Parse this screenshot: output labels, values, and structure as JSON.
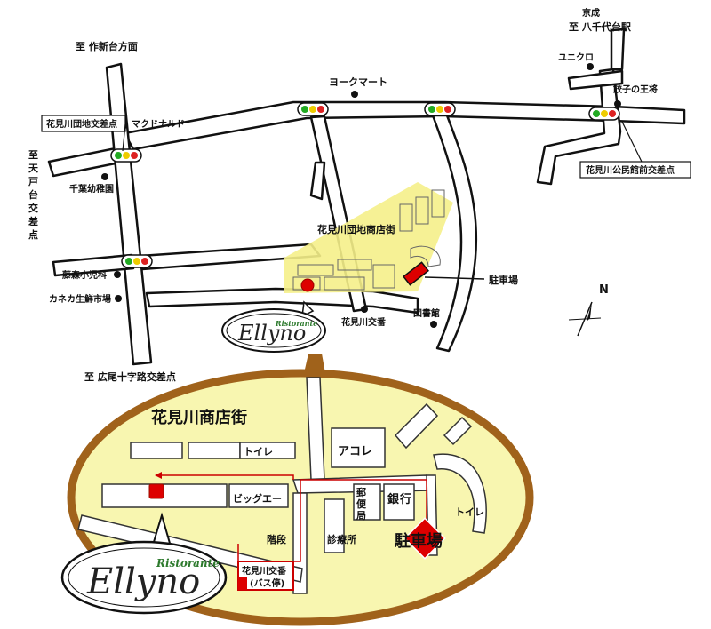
{
  "directions": {
    "north_top": "至 作新台方面",
    "keisei": "京成",
    "yachiyodai": "至 八千代台駅",
    "tendai_chars": [
      "至",
      "天",
      "戸",
      "台",
      "交",
      "差",
      "点"
    ],
    "hiroo": "至 広尾十字路交差点"
  },
  "landmarks": {
    "york": "ヨークマート",
    "uniqlo": "ユニクロ",
    "gyoza": "餃子の王将",
    "mcd": "マクドナルド",
    "chiba_kinder": "千葉幼稚園",
    "fujimori": "藤森小児科",
    "kaneka": "カネカ生鮮市場",
    "kominkan_bus": "花見川交番",
    "library": "図書館"
  },
  "intersections": {
    "danchi": "花見川団地交差点",
    "kominkan": "花見川公民館前交差点"
  },
  "area": {
    "shotengai_top": "花見川団地商店街",
    "parking_top": "駐車場"
  },
  "inset": {
    "title": "花見川商店街",
    "toilet_top": "トイレ",
    "acore": "アコレ",
    "bigA": "ビッグエー",
    "post_chars": [
      "郵",
      "便",
      "局"
    ],
    "bank_chars": [
      "銀",
      "行"
    ],
    "toilet_right": "トイレ",
    "stairs": "階段",
    "clinic": "診療所",
    "parking": "駐車場",
    "bus_stop_1": "花見川交番",
    "bus_stop_2": "(バス停)"
  },
  "logo": {
    "script": "Ellyno",
    "ristorante": "Ristorante"
  },
  "compass": {
    "north": "N"
  },
  "colors": {
    "highlight": "#f5f08a",
    "inset_fill": "#f8f6b0",
    "inset_border": "#a0621b",
    "marker": "#dd0000",
    "route": "#cc0000",
    "road": "#ffffff"
  }
}
